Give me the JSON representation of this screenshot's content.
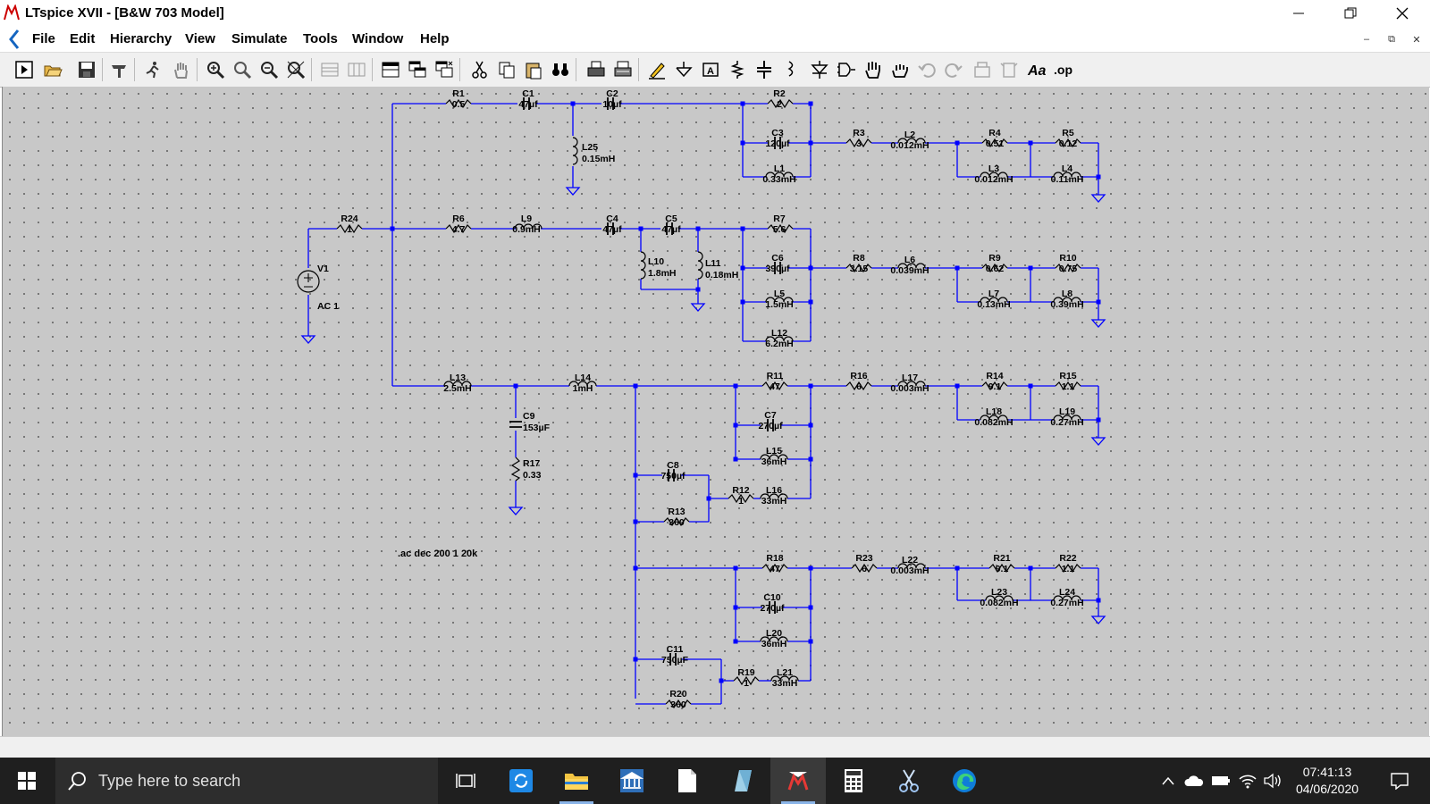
{
  "window": {
    "title": "LTspice XVII - [B&W 703 Model]"
  },
  "menu": [
    "File",
    "Edit",
    "Hierarchy",
    "View",
    "Simulate",
    "Tools",
    "Window",
    "Help"
  ],
  "toolbar": [
    "new-schematic",
    "open",
    "save",
    "control-panel",
    "run",
    "halt",
    "zoom-in",
    "pan",
    "zoom-out",
    "zoom-fit",
    "tile-horizontal",
    "tile-vertical",
    "cascade",
    "cut",
    "copy",
    "paste",
    "find",
    "print",
    "print-setup",
    "draw-wire",
    "place-ground",
    "place-label",
    "place-resistor",
    "place-capacitor",
    "place-inductor",
    "place-diode",
    "place-component",
    "move",
    "drag",
    "undo",
    "redo",
    "rotate",
    "mirror",
    "text",
    "spice-directive"
  ],
  "schematic": {
    "components": [
      {
        "name": "R1",
        "value": "0.5"
      },
      {
        "name": "C1",
        "value": "47µf"
      },
      {
        "name": "C2",
        "value": "10µf"
      },
      {
        "name": "R2",
        "value": "2"
      },
      {
        "name": "L25",
        "value": "0.15mH"
      },
      {
        "name": "C3",
        "value": "120µf"
      },
      {
        "name": "L1",
        "value": "0.33mH"
      },
      {
        "name": "R3",
        "value": "3"
      },
      {
        "name": "L2",
        "value": "0.012mH"
      },
      {
        "name": "R4",
        "value": "0.51"
      },
      {
        "name": "L3",
        "value": "0.012mH"
      },
      {
        "name": "R5",
        "value": "0.12"
      },
      {
        "name": "L4",
        "value": "0.11mH"
      },
      {
        "name": "R24",
        "value": "1"
      },
      {
        "name": "V1",
        "value": "AC 1"
      },
      {
        "name": "R6",
        "value": "4.7"
      },
      {
        "name": "L9",
        "value": "0.9mH"
      },
      {
        "name": "C4",
        "value": "47µf"
      },
      {
        "name": "C5",
        "value": "47µf"
      },
      {
        "name": "L10",
        "value": "1.8mH"
      },
      {
        "name": "L11",
        "value": "0.18mH"
      },
      {
        "name": "R7",
        "value": "5.6"
      },
      {
        "name": "C6",
        "value": "390µf"
      },
      {
        "name": "L5",
        "value": "1.5mH"
      },
      {
        "name": "L12",
        "value": "6.2mH"
      },
      {
        "name": "R8",
        "value": "3.15"
      },
      {
        "name": "L6",
        "value": "0.039mH"
      },
      {
        "name": "R9",
        "value": "0.62"
      },
      {
        "name": "L7",
        "value": "0.13mH"
      },
      {
        "name": "R10",
        "value": "0.75"
      },
      {
        "name": "L8",
        "value": "0.39mH"
      },
      {
        "name": "L13",
        "value": "2.5mH"
      },
      {
        "name": "L14",
        "value": "1mH"
      },
      {
        "name": "C9",
        "value": "153µF"
      },
      {
        "name": "R17",
        "value": "0.33"
      },
      {
        "name": "R11",
        "value": "47"
      },
      {
        "name": "C7",
        "value": "270µf"
      },
      {
        "name": "L15",
        "value": "36mH"
      },
      {
        "name": "R12",
        "value": "1"
      },
      {
        "name": "L16",
        "value": "33mH"
      },
      {
        "name": "C8",
        "value": "750µf"
      },
      {
        "name": "R13",
        "value": "360"
      },
      {
        "name": "R16",
        "value": "6"
      },
      {
        "name": "L17",
        "value": "0.003mH"
      },
      {
        "name": "R14",
        "value": "9.1"
      },
      {
        "name": "L18",
        "value": "0.082mH"
      },
      {
        "name": "R15",
        "value": "1.1"
      },
      {
        "name": "L19",
        "value": "0.27mH"
      },
      {
        "name": "R18",
        "value": "47"
      },
      {
        "name": "C10",
        "value": "270µf"
      },
      {
        "name": "L20",
        "value": "36mH"
      },
      {
        "name": "R19",
        "value": "1"
      },
      {
        "name": "L21",
        "value": "33mH"
      },
      {
        "name": "C11",
        "value": "750µF"
      },
      {
        "name": "R20",
        "value": "360"
      },
      {
        "name": "R23",
        "value": "6"
      },
      {
        "name": "L22",
        "value": "0.003mH"
      },
      {
        "name": "R21",
        "value": "9.1"
      },
      {
        "name": "L23",
        "value": "0.082mH"
      },
      {
        "name": "R22",
        "value": "1.1"
      },
      {
        "name": "L24",
        "value": "0.27mH"
      }
    ],
    "directive": ".ac dec 200 1 20k"
  },
  "taskbar": {
    "search_placeholder": "Type here to search",
    "apps": [
      "task-view",
      "sync-app",
      "file-explorer",
      "bank-app",
      "notepad",
      "editor",
      "ltspice",
      "calculator",
      "snipping-tool",
      "edge"
    ],
    "time": "07:41:13",
    "date": "04/06/2020"
  },
  "colors": {
    "wire": "#0000ff",
    "component": "#000000",
    "canvas": "#c8c8c8",
    "taskbar": "#1f1f1f"
  }
}
